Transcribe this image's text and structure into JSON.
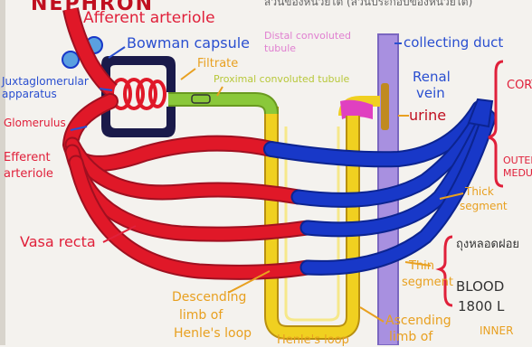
{
  "header": {
    "title_fragment": "NEPHRON",
    "right_scribble": "ส่วนของหน่วยไต (ส่วนประกอบของหน่วยไต)"
  },
  "labels": {
    "afferent_arteriole": "Afferent arteriole",
    "bowman_capsule": "Bowman capsule",
    "juxtaglomerular_1": "Juxtaglomerular",
    "juxtaglomerular_2": "apparatus",
    "glomerulus": "Glomerulus",
    "efferent_1": "Efferent",
    "efferent_2": "arteriole",
    "filtrate": "Filtrate",
    "proximal_tubule": "Proximal convoluted tubule",
    "distal_tubule_1": "Distal convoluted",
    "distal_tubule_2": "tubule",
    "collecting_duct": "collecting duct",
    "renal_vein_1": "Renal",
    "renal_vein_2": "vein",
    "urine": "urine",
    "cortex": "CORTEX",
    "outer_medulla_1": "OUTER",
    "outer_medulla_2": "MEDULLA",
    "thick_segment_1": "Thick",
    "thick_segment_2": "segment",
    "thin_segment_1": "Thin",
    "thin_segment_2": "segment",
    "vasa_recta": "Vasa recta",
    "descending_1": "Descending",
    "descending_2": "limb of",
    "descending_3": "Henle's loop",
    "loop_of_henle": "Henle's loop",
    "ascending_1": "Ascending",
    "ascending_2": "limb of",
    "thai_note": "ถุงหลอดฝอย",
    "blood_1": "BLOOD",
    "blood_2": "1800 L",
    "inner": "INNER"
  },
  "colors": {
    "artery": "#e01828",
    "vein": "#1838c8",
    "capsule": "#1a1a4a",
    "tubule_green": "#8ac83a",
    "tubule_yellow": "#f0d020",
    "collecting": "#a890e0",
    "distal_pink": "#e040c0",
    "urine": "#c08a20",
    "brace": "#e0203a"
  }
}
